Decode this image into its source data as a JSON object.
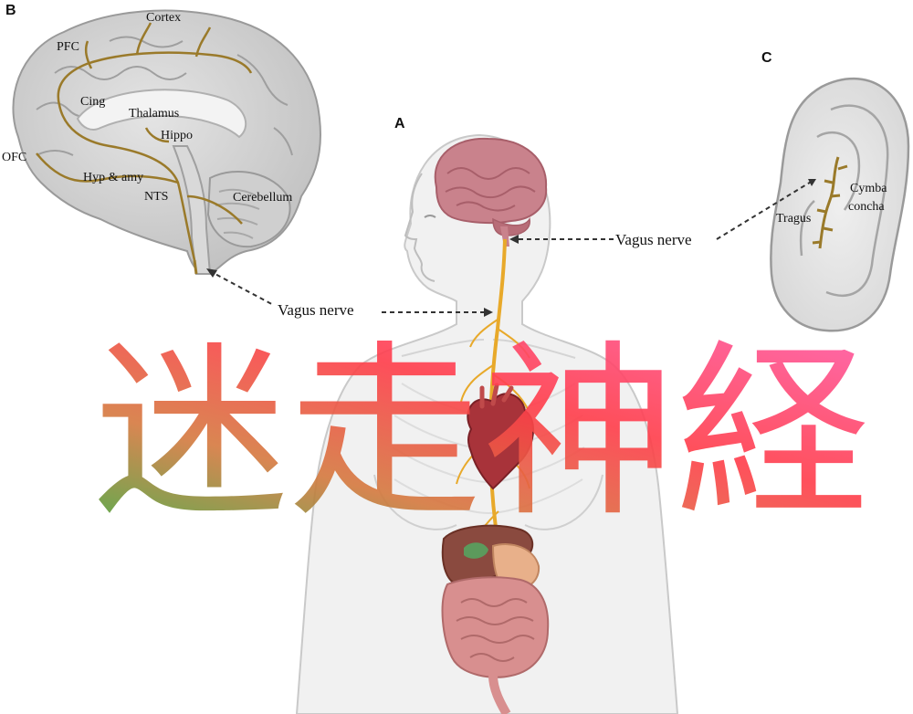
{
  "panels": {
    "a": "A",
    "b": "B",
    "c": "C"
  },
  "brain_labels": {
    "cortex": "Cortex",
    "pfc": "PFC",
    "cing": "Cing",
    "thalamus": "Thalamus",
    "hippo": "Hippo",
    "ofc": "OFC",
    "hyp_amy": "Hyp & amy",
    "nts": "NTS",
    "cerebellum": "Cerebellum"
  },
  "ear_labels": {
    "cymba": "Cymba",
    "concha": "concha",
    "tragus": "Tragus"
  },
  "nerve_labels": {
    "left": "Vagus nerve",
    "right": "Vagus nerve"
  },
  "overlay_text": "迷走神経",
  "colors": {
    "nerve": "#e8a92a",
    "brain_pathway": "#9a7a2a",
    "body_outline": "#c9c9c9",
    "brain_pink": "#c9828c",
    "heart": "#a8333a",
    "liver": "#8a4a3f",
    "intestine": "#d88f8f",
    "overlay_gradient": [
      "#3aa83a",
      "#d5793f",
      "#ff3d4a",
      "#ff5a9a"
    ]
  }
}
